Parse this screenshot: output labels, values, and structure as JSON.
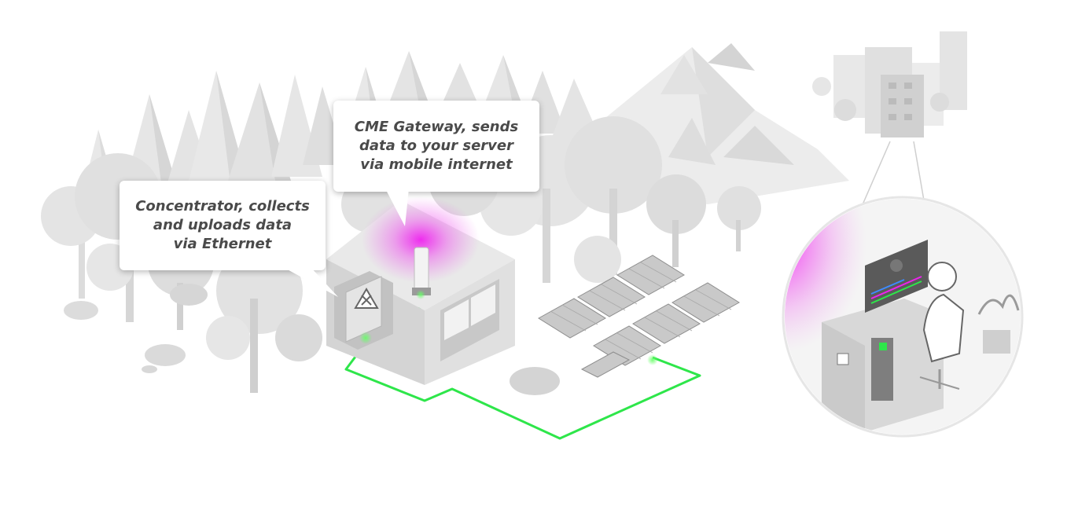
{
  "callouts": {
    "concentrator": {
      "line1": "Concentrator, collects",
      "line2": "and uploads data",
      "line3": "via Ethernet"
    },
    "gateway": {
      "line1": "CME Gateway, sends",
      "line2": "data to your server",
      "line3": "via mobile internet"
    }
  },
  "colors": {
    "cable": "#2ee64a",
    "glow": "#ee22ee",
    "scenery": "#d9d9d9",
    "background": "#ffffff"
  },
  "icons": {
    "concentrator": "warning-tools-icon"
  }
}
